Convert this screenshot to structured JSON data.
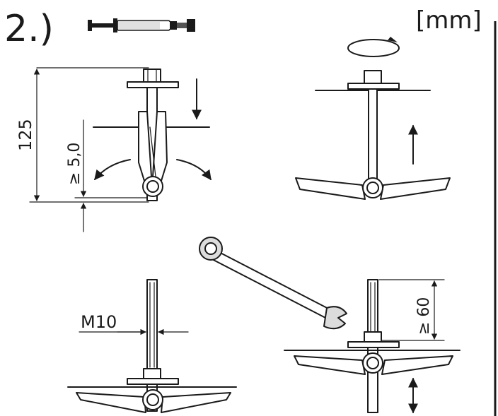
{
  "step_label": "2.)",
  "unit_label": "[mm]",
  "dimensions": {
    "total_length": "125",
    "min_thickness": "≥ 5,0",
    "thread_size": "M10",
    "min_protrusion": "≥ 60"
  },
  "icons": [
    "syringe-icon",
    "rotate-arrow-icon",
    "wrench-icon"
  ]
}
